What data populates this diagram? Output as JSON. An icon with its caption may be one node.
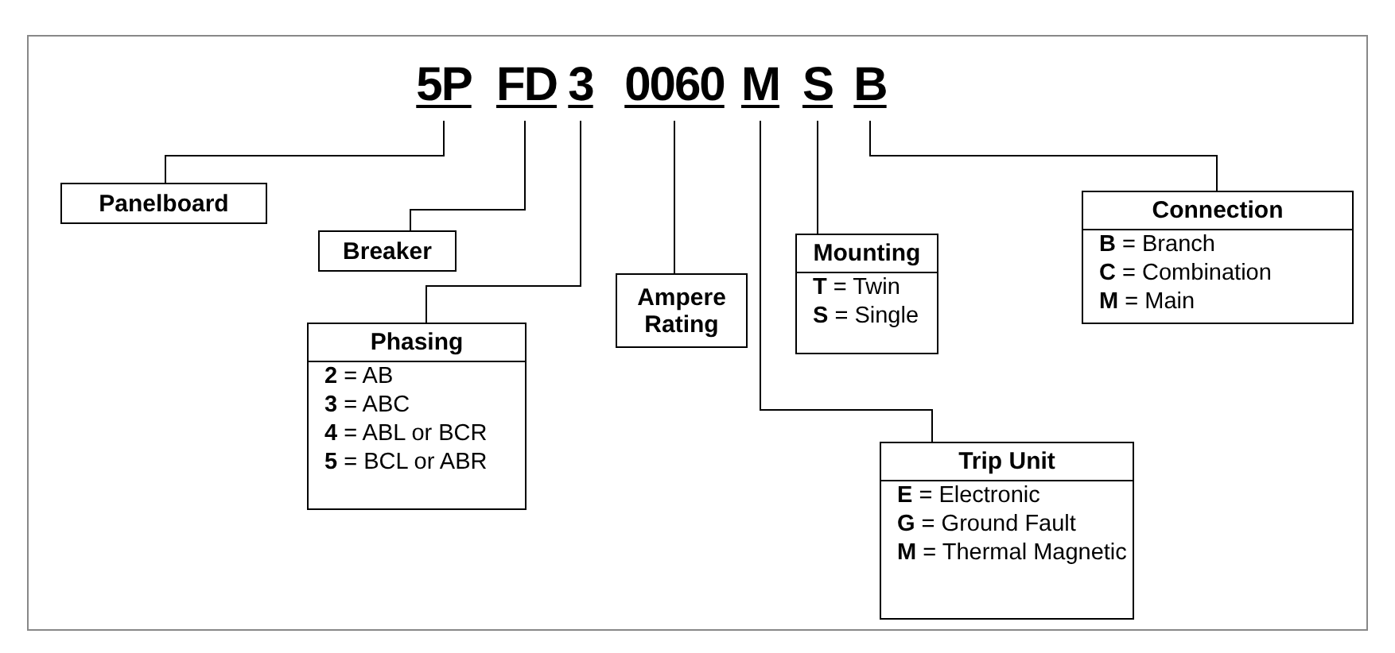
{
  "diagram": {
    "nodes": [
      {
        "text": [
          "5P"
        ]
      },
      {
        "text": [
          "FD"
        ]
      },
      {
        "text": [
          "3"
        ]
      },
      {
        "text": [
          "0060"
        ]
      },
      {
        "text": [
          "M"
        ]
      },
      {
        "text": [
          "S"
        ]
      },
      {
        "text": [
          "B"
        ]
      },
      {
        "text": [
          "Panelboard"
        ]
      },
      {
        "text": [
          "Breaker"
        ]
      },
      {
        "text": [
          "Phasing",
          "**2** = AB",
          "**3** = ABC",
          "**4** = ABL or BCR",
          "**5** = BCL or ABR"
        ]
      },
      {
        "text": [
          "Ampere Rating"
        ]
      },
      {
        "text": [
          "Mounting",
          "**T** = Twin",
          "**S** = Single"
        ]
      },
      {
        "text": [
          "Connection",
          "**B** = Branch",
          "**C** = Combination",
          "**M** = Main"
        ]
      },
      {
        "text": [
          "Trip Unit",
          "**E** = Electronic",
          "**G** = Ground Fault",
          "**M** = Thermal Magnetic"
        ]
      }
    ],
    "edges": [
      {
        "from": 0,
        "to": 7,
        "arrow": "none"
      },
      {
        "from": 1,
        "to": 8,
        "arrow": "none"
      },
      {
        "from": 2,
        "to": 9,
        "arrow": "none"
      },
      {
        "from": 3,
        "to": 10,
        "arrow": "none"
      },
      {
        "from": 4,
        "to": 13,
        "arrow": "none"
      },
      {
        "from": 5,
        "to": 11,
        "arrow": "none"
      },
      {
        "from": 6,
        "to": 12,
        "arrow": "none"
      }
    ]
  }
}
